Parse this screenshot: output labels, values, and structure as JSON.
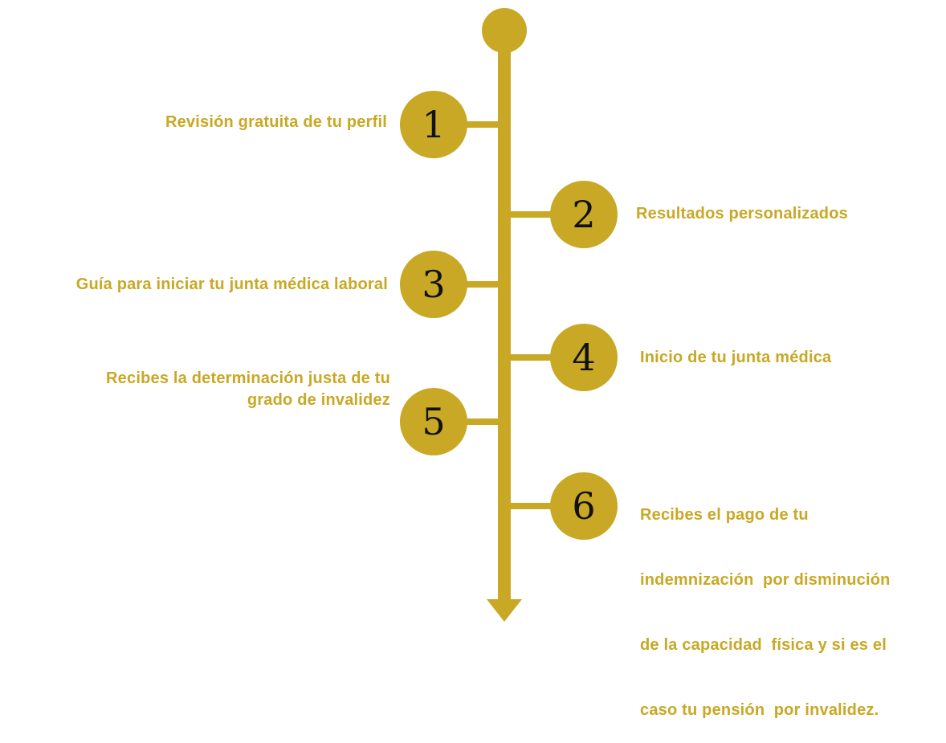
{
  "color": "#C8A824",
  "steps": [
    {
      "number": "1",
      "text": "Revisión gratuita de tu perfil"
    },
    {
      "number": "2",
      "text": "Resultados personalizados"
    },
    {
      "number": "3",
      "text": "Guía para iniciar tu junta médica laboral"
    },
    {
      "number": "4",
      "text": "Inicio de tu junta médica"
    },
    {
      "number": "5",
      "lines": [
        "Recibes la determinación justa de tu",
        "grado de invalidez"
      ]
    },
    {
      "number": "6",
      "lines": [
        "Recibes el pago de tu",
        "indemnización  por disminución",
        "de la capacidad  física y si es el",
        "caso tu pensión  por invalidez."
      ]
    }
  ]
}
